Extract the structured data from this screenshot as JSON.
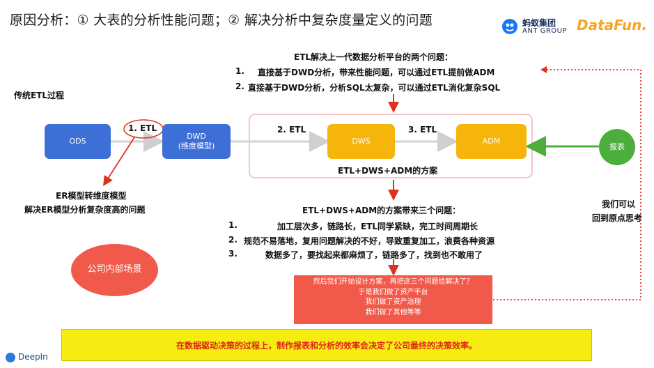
{
  "header": {
    "title": "原因分析：① 大表的分析性能问题；② 解决分析中复杂度量定义的问题",
    "ant_logo_line1": "蚂蚁集团",
    "ant_logo_line2": "ANT GROUP",
    "datafun_logo": "DataFun."
  },
  "etl_issues": {
    "title": "ETL解决上一代数据分析平台的两个问题：",
    "items": [
      {
        "num": "1.",
        "text": "直接基于DWD分析，带来性能问题，可以通过ETL提前做ADM"
      },
      {
        "num": "2.",
        "text": "直接基于DWD分析，分析SQL太复杂，可以通过ETL消化复杂SQL"
      }
    ]
  },
  "left_label": "传统ETL过程",
  "flow": {
    "ods": "ODS",
    "etl1": "1. ETL",
    "dwd_line1": "DWD",
    "dwd_line2": "(维度模型)",
    "etl2": "2. ETL",
    "dws": "DWS",
    "etl3": "3. ETL",
    "adm": "ADM",
    "report": "报表",
    "scheme_label": "ETL+DWS+ADM的方案"
  },
  "er_note": {
    "line1": "ER模型转维度模型",
    "line2": "解决ER模型分析复杂度高的问题"
  },
  "right_note": {
    "line1": "我们可以",
    "line2": "回到原点思考"
  },
  "scheme_issues": {
    "title": "ETL+DWS+ADM的方案带来三个问题：",
    "items": [
      {
        "num": "1.",
        "text": "加工层次多，链路长，ETL同学紧缺，完工时间周期长"
      },
      {
        "num": "2.",
        "text": "规范不易落地，复用问题解决的不好，导致重复加工，浪费各种资源"
      },
      {
        "num": "3.",
        "text": "数据多了，要找起来都麻烦了，链路多了，找到也不敢用了"
      }
    ]
  },
  "company_scene": "公司内部场景",
  "recommendation": {
    "line1": "然后我们开始设计方案，再把这三个问题给解决了？",
    "line2": "于是我们做了资产平台",
    "line3": "我们做了资产治理",
    "line4": "我们做了其他等等"
  },
  "bottom_banner": "在数据驱动决策的过程上，制作报表和分析的效率会决定了公司最终的决策效率。",
  "footer_logo": "DeepIn",
  "colors": {
    "blue_box": "#3d6fd6",
    "orange_box": "#f5b50a",
    "green_circle": "#4caf3d",
    "red_circle": "#f15a4a",
    "red_arrow": "#e0301e",
    "yellow_banner": "#f7ec12"
  }
}
